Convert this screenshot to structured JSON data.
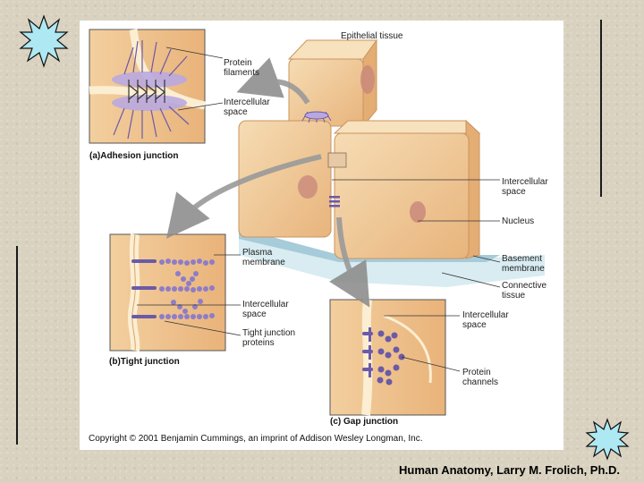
{
  "figure": {
    "labels": {
      "epithelial_tissue": "Epithelial tissue",
      "protein_filaments_1": "Protein",
      "protein_filaments_2": "filaments",
      "intercellular_space_a_1": "Intercellular",
      "intercellular_space_a_2": "space",
      "intercellular_space_main_1": "Intercellular",
      "intercellular_space_main_2": "space",
      "nucleus": "Nucleus",
      "basement_membrane_1": "Basement",
      "basement_membrane_2": "membrane",
      "connective_tissue_1": "Connective",
      "connective_tissue_2": "tissue",
      "plasma_membrane_1": "Plasma",
      "plasma_membrane_2": "membrane",
      "intercellular_space_b_1": "Intercellular",
      "intercellular_space_b_2": "space",
      "tight_junction_proteins_1": "Tight junction",
      "tight_junction_proteins_2": "proteins",
      "intercellular_space_c_1": "Intercellular",
      "intercellular_space_c_2": "space",
      "protein_channels_1": "Protein",
      "protein_channels_2": "channels"
    },
    "captions": {
      "a": "(a)Adhesion junction",
      "b": "(b)Tight junction",
      "c": "(c) Gap junction"
    },
    "copyright": "Copyright © 2001 Benjamin Cummings, an imprint of Addison Wesley Longman, Inc."
  },
  "footer": "Human Anatomy, Larry M. Frolich, Ph.D.",
  "colors": {
    "background": "#d9d2c0",
    "cell": "#eec999",
    "cell_edge": "#c9955f",
    "nucleus": "#c98a7a",
    "protein": "#6b5aa8",
    "protein_light": "#b9a8e0",
    "inset_bg": "#f0c38f",
    "star_fill": "#aee8f2"
  }
}
